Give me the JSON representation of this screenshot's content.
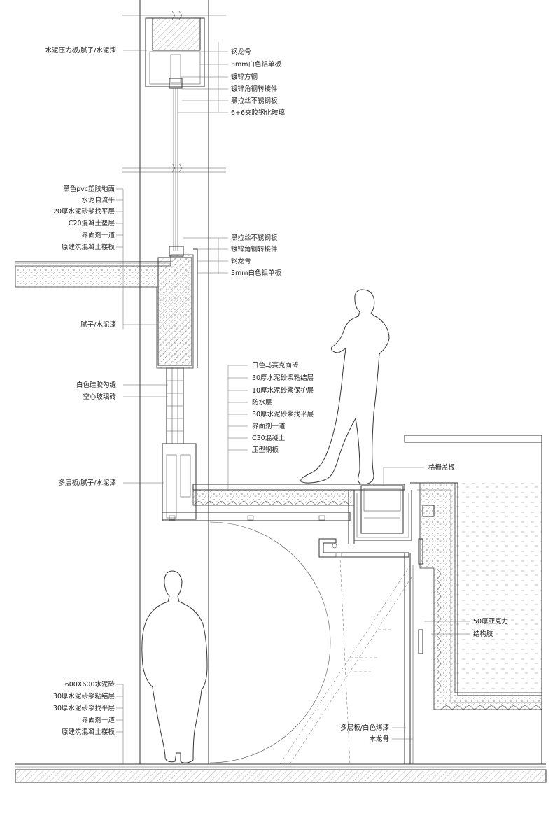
{
  "labels_left": [
    "水泥压力板/腻子/水泥漆",
    "黑色pvc塑胶地面",
    "水泥自流平",
    "20厚水泥砂浆找平层",
    "C20混凝土垫层",
    "界面剂一道",
    "原建筑混凝土楼板",
    "腻子/水泥漆",
    "白色硅胶勾缝",
    "空心玻璃砖",
    "多层板/腻子/水泥漆",
    "600X600水泥砖",
    "30厚水泥砂浆粘结层",
    "30厚水泥砂浆找平层",
    "界面剂一道",
    "原建筑混凝土楼板"
  ],
  "labels_right_top": [
    "钢龙骨",
    "3mm白色铝单板",
    "镀锌方钢",
    "镀锌角钢转接件",
    "黑拉丝不锈钢板",
    "6+6夹胶钢化玻璃"
  ],
  "labels_right_mid": [
    "黑拉丝不锈钢板",
    "镀锌角钢转接件",
    "钢龙骨",
    "3mm白色铝单板"
  ],
  "labels_center": [
    "白色马赛克面砖",
    "30厚水泥砂浆粘结层",
    "10厚水泥砂浆保护层",
    "防水层",
    "30厚水泥砂浆找平层",
    "界面剂一道",
    "C30混凝土",
    "压型钢板"
  ],
  "label_grate": "格栅盖板",
  "labels_pool": [
    "50厚亚克力",
    "结构胶"
  ],
  "labels_bottom_right": [
    "多层板/白色烤漆",
    "木龙骨"
  ],
  "icons": [
    "person-standing-silhouette",
    "person-arms-crossed-silhouette"
  ],
  "colors": {
    "line": "#333333",
    "background": "#ffffff"
  }
}
